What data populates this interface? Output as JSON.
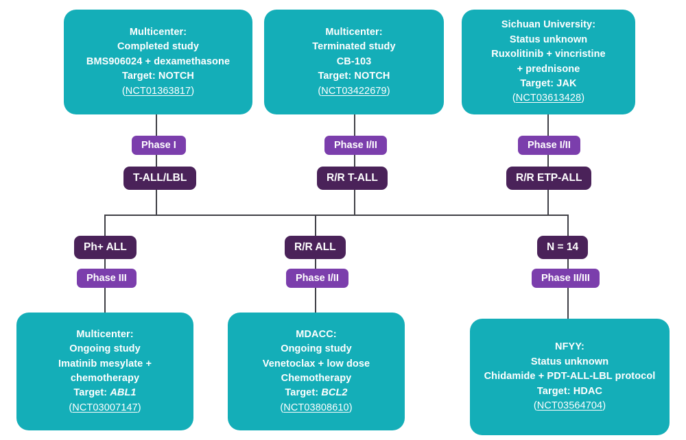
{
  "colors": {
    "study_box": "#14AEB8",
    "phase_badge": "#7B3EAC",
    "disease_badge": "#4A2259",
    "connector": "#3f3f46",
    "text_on_box": "#ffffff"
  },
  "top_row": {
    "studies": [
      {
        "id": "top-study-1",
        "sponsor": "Multicenter:",
        "status": "Completed study",
        "treatment": "BMS906024 + dexamethasone",
        "target_label": "Target: NOTCH",
        "nct": "NCT01363817"
      },
      {
        "id": "top-study-2",
        "sponsor": "Multicenter:",
        "status": "Terminated study",
        "treatment": "CB-103",
        "target_label": "Target: NOTCH",
        "nct": "NCT03422679"
      },
      {
        "id": "top-study-3",
        "sponsor": "Sichuan University:",
        "status": "Status unknown",
        "treatment": "Ruxolitinib + vincristine",
        "treatment2": "+ prednisone",
        "target_label": "Target: JAK",
        "nct": "NCT03613428"
      }
    ]
  },
  "middle_row": {
    "branches": [
      {
        "phase": "Phase I",
        "disease": "T-ALL/LBL"
      },
      {
        "phase": "Phase I/II",
        "disease": "R/R T-ALL"
      },
      {
        "phase": "Phase I/II",
        "disease": "R/R ETP-ALL"
      }
    ]
  },
  "lower_row": {
    "branches": [
      {
        "disease": "Ph+ ALL",
        "phase": "Phase III"
      },
      {
        "disease": "R/R ALL",
        "phase": "Phase I/II"
      },
      {
        "disease": "N = 14",
        "phase": "Phase II/III"
      }
    ]
  },
  "bottom_row": {
    "studies": [
      {
        "id": "bottom-study-1",
        "sponsor": "Multicenter:",
        "status": "Ongoing study",
        "treatment": "Imatinib mesylate +",
        "treatment2": "chemotherapy",
        "target_prefix": "Target: ",
        "target_gene": "ABL1",
        "nct": "NCT03007147"
      },
      {
        "id": "bottom-study-2",
        "sponsor": "MDACC:",
        "status": "Ongoing study",
        "treatment": "Venetoclax + low dose",
        "treatment2": "Chemotherapy",
        "target_prefix": "Target: ",
        "target_gene": "BCL2",
        "nct": "NCT03808610"
      },
      {
        "id": "bottom-study-3",
        "sponsor": "NFYY:",
        "status": "Status unknown",
        "treatment": "Chidamide + PDT-ALL-LBL protocol",
        "target_label": "Target: HDAC",
        "nct": "NCT03564704"
      }
    ]
  }
}
